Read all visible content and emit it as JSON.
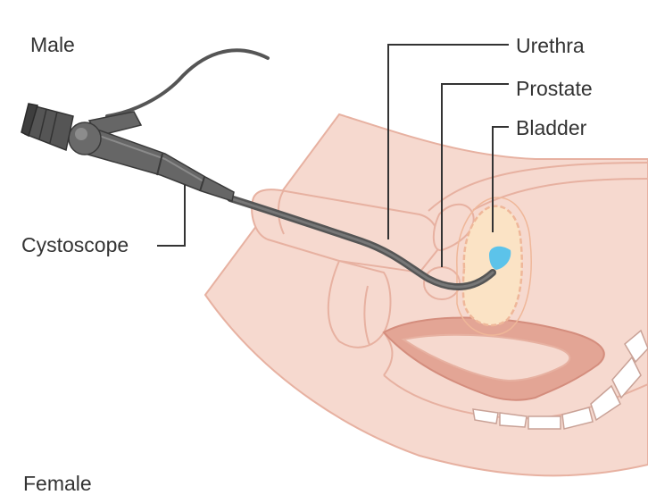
{
  "labels": {
    "male": "Male",
    "urethra": "Urethra",
    "prostate": "Prostate",
    "bladder": "Bladder",
    "cystoscope": "Cystoscope",
    "female": "Female"
  },
  "colors": {
    "skin": "#f6d9cf",
    "skin_outline": "#e7b1a1",
    "muscle": "#e3a595",
    "bladder_fill": "#fbe3c5",
    "bladder_outline": "#efb799",
    "fluid": "#5cc3ea",
    "scope": "#555555",
    "leader": "#333333",
    "bone": "#ffffff"
  },
  "icons": {
    "cystoscope": "cystoscope-illustration"
  }
}
